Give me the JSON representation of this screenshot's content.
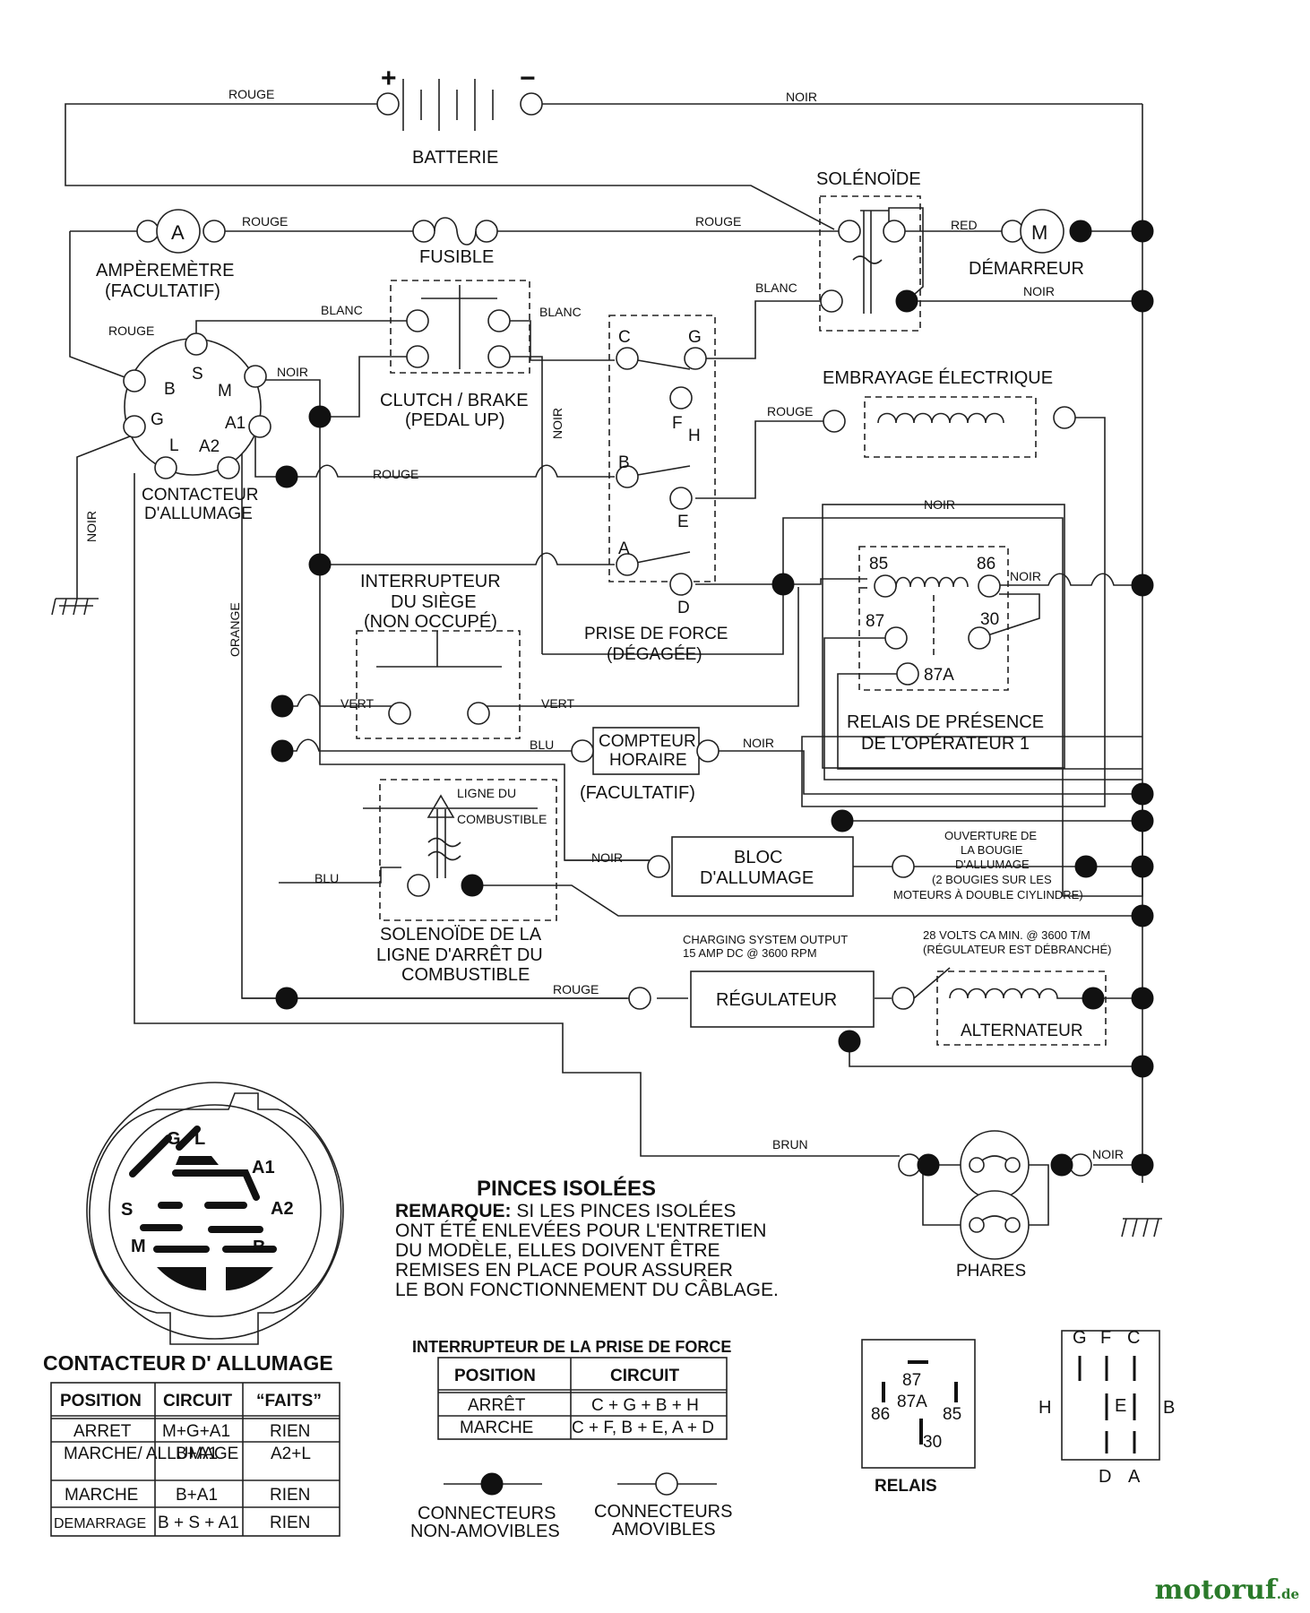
{
  "diagram": {
    "wire_labels": {
      "rouge": "ROUGE",
      "noir": "NOIR",
      "blanc": "BLANC",
      "red": "RED",
      "vert": "VERT",
      "blu": "BLU",
      "orange": "ORANGE",
      "brun": "BRUN"
    },
    "components": {
      "battery": "BATTERIE",
      "plus": "+",
      "minus": "−",
      "solenoid": "SOLÉNOÏDE",
      "starter": "DÉMARREUR",
      "starter_symbol": "M",
      "ammeter_symbol": "A",
      "ammeter_1": "AMPÈREMÈTRE",
      "ammeter_2": "(FACULTATIF)",
      "fuse": "FUSIBLE",
      "clutch_1": "CLUTCH / BRAKE",
      "clutch_2": "(PEDAL UP)",
      "electric_clutch": "EMBRAYAGE ÉLECTRIQUE",
      "ignition_switch_1": "CONTACTEUR",
      "ignition_switch_2": "D'ALLUMAGE",
      "seat_switch_1": "INTERRUPTEUR",
      "seat_switch_2": "DU SIÈGE",
      "seat_switch_3": "(NON OCCUPÉ)",
      "pto_1": "PRISE DE FORCE",
      "pto_2": "(DÉGAGÉE)",
      "relay_1": "RELAIS DE PRÉSENCE",
      "relay_2": "DE L'OPÉRATEUR 1",
      "hour_meter_1": "COMPTEUR",
      "hour_meter_2": "HORAIRE",
      "hour_meter_3": "(FACULTATIF)",
      "fuel_line_top_1": "LIGNE DU",
      "fuel_line_top_2": "COMBUSTIBLE",
      "fuel_solenoid_1": "SOLENOÏDE DE LA",
      "fuel_solenoid_2": "LIGNE D'ARRÊT DU",
      "fuel_solenoid_3": "COMBUSTIBLE",
      "ignition_block_1": "BLOC",
      "ignition_block_2": "D'ALLUMAGE",
      "spark_1": "OUVERTURE DE",
      "spark_2": "LA BOUGIE",
      "spark_3": "D'ALLUMAGE",
      "spark_4": "(2 BOUGIES SUR LES",
      "spark_5": "MOTEURS À DOUBLE CIYLINDRE)",
      "charging_1": "CHARGING SYSTEM OUTPUT",
      "charging_2": "15 AMP DC @ 3600 RPM",
      "regulator": "RÉGULATEUR",
      "alt_volts_1": "28 VOLTS CA MIN. @ 3600 T/M",
      "alt_volts_2": "(RÉGULATEUR EST DÉBRANCHÉ)",
      "alternator": "ALTERNATEUR",
      "headlights": "PHARES"
    },
    "pins": {
      "ign": [
        "S",
        "B",
        "M",
        "G",
        "A1",
        "L",
        "A2"
      ],
      "pto": [
        "C",
        "G",
        "F",
        "H",
        "B",
        "E",
        "A",
        "D"
      ],
      "relay": [
        "85",
        "86",
        "87",
        "30",
        "87A"
      ]
    }
  },
  "note": {
    "title": "PINCES ISOLÉES",
    "lead": "REMARQUE:",
    "line1": " SI LES PINCES ISOLÉES",
    "line2": "ONT ÉTÉ ENLEVÉES POUR L'ENTRETIEN",
    "line3": "DU MODÈLE, ELLES DOIVENT ÊTRE",
    "line4": "REMISES EN PLACE POUR ASSURER",
    "line5": "LE BON FONCTIONNEMENT DU CÂBLAGE."
  },
  "ignition_face": {
    "labels": [
      "G",
      "L",
      "A1",
      "A2",
      "S",
      "M",
      "B"
    ]
  },
  "ignition_table": {
    "title": "CONTACTEUR D' ALLUMAGE",
    "headers": [
      "POSITION",
      "CIRCUIT",
      "“FAITS”"
    ],
    "rows": [
      [
        "ARRET",
        "M+G+A1",
        "RIEN"
      ],
      [
        "MARCHE/ ALLUMAGE",
        "B+A1",
        "A2+L"
      ],
      [
        "MARCHE",
        "B+A1",
        "RIEN"
      ],
      [
        "DEMARRAGE",
        "B + S + A1",
        "RIEN"
      ]
    ]
  },
  "pto_table": {
    "title": "INTERRUPTEUR DE LA PRISE DE FORCE",
    "headers": [
      "POSITION",
      "CIRCUIT"
    ],
    "rows": [
      [
        "ARRÊT",
        "C + G + B + H"
      ],
      [
        "MARCHE",
        "C + F, B + E, A + D"
      ]
    ]
  },
  "legend": {
    "fixed_1": "CONNECTEURS",
    "fixed_2": "NON-AMOVIBLES",
    "removable_1": "CONNECTEURS",
    "removable_2": "AMOVIBLES"
  },
  "relay_pinout": {
    "title": "RELAIS",
    "pins": [
      "87",
      "86",
      "87A",
      "85",
      "30"
    ]
  },
  "pto_pinout": {
    "pins": [
      "G",
      "F",
      "C",
      "H",
      "E",
      "B",
      "D",
      "A"
    ]
  },
  "watermark": {
    "main": "motoruf",
    "suffix": ".de"
  }
}
